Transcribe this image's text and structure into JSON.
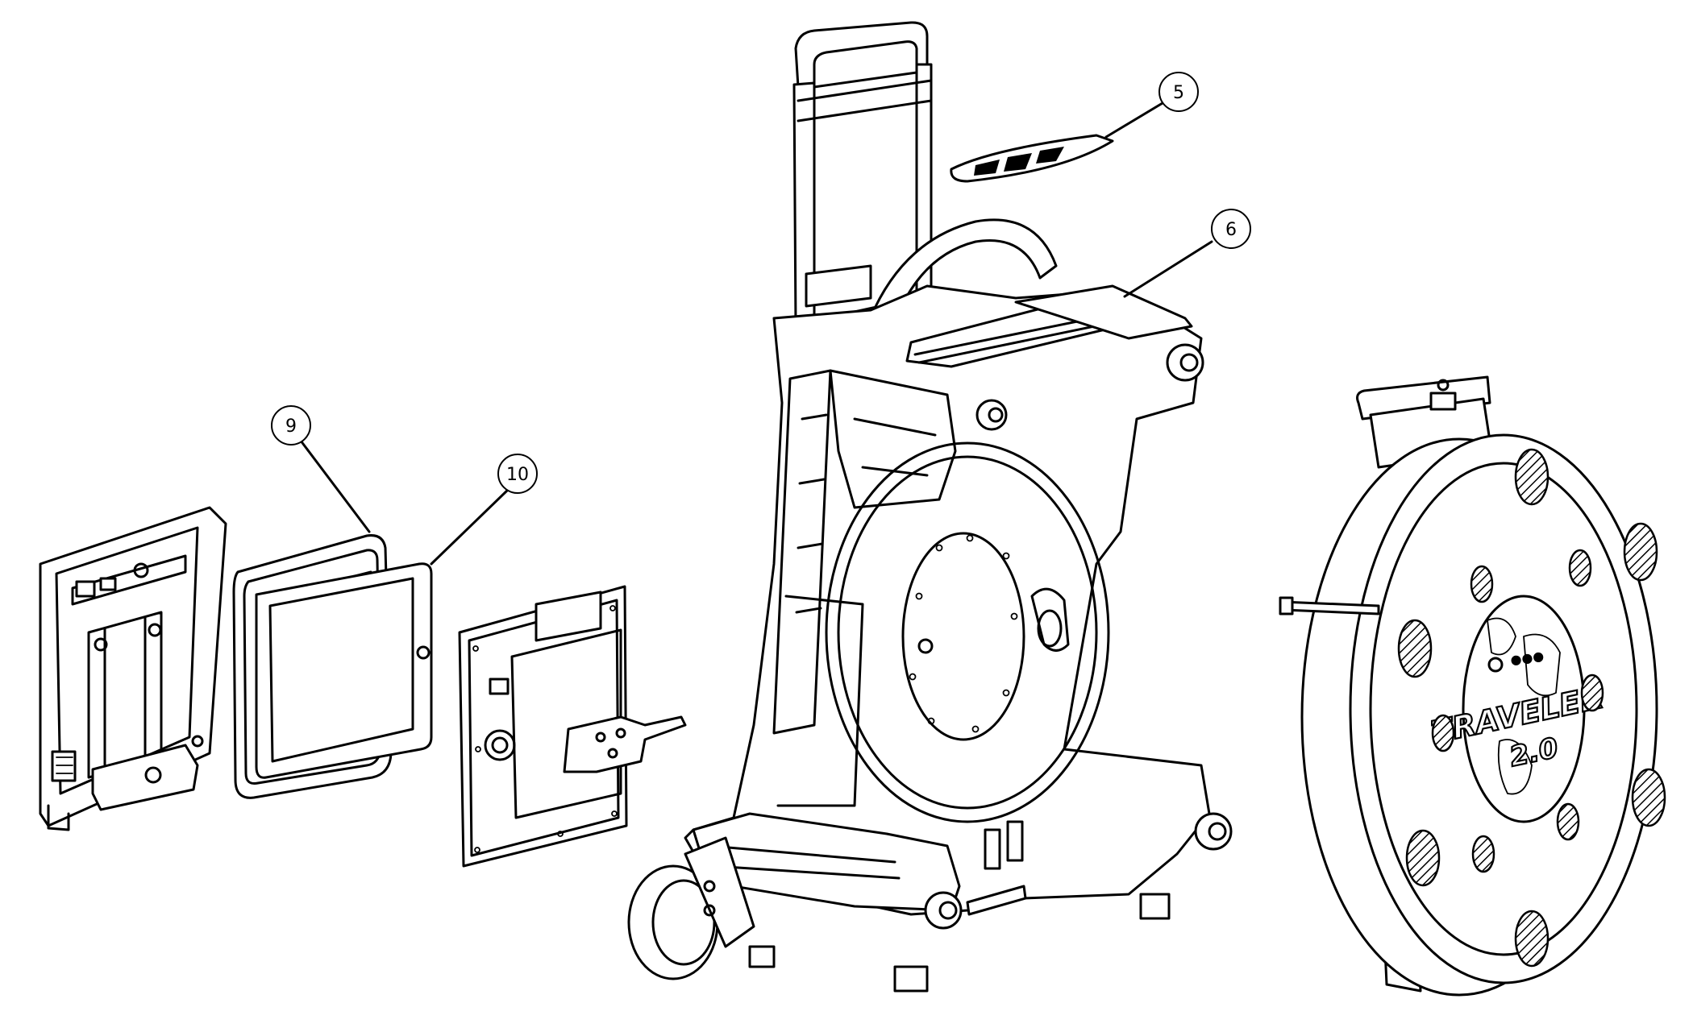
{
  "callouts": [
    {
      "id": "callout-5",
      "label": "5"
    },
    {
      "id": "callout-6",
      "label": "6"
    },
    {
      "id": "callout-9",
      "label": "9"
    },
    {
      "id": "callout-10",
      "label": "10"
    }
  ],
  "reel_cover": {
    "logo_line1": "TRAVELER",
    "logo_line2": "2.0"
  },
  "colors": {
    "line": "#000000",
    "background": "#ffffff"
  }
}
